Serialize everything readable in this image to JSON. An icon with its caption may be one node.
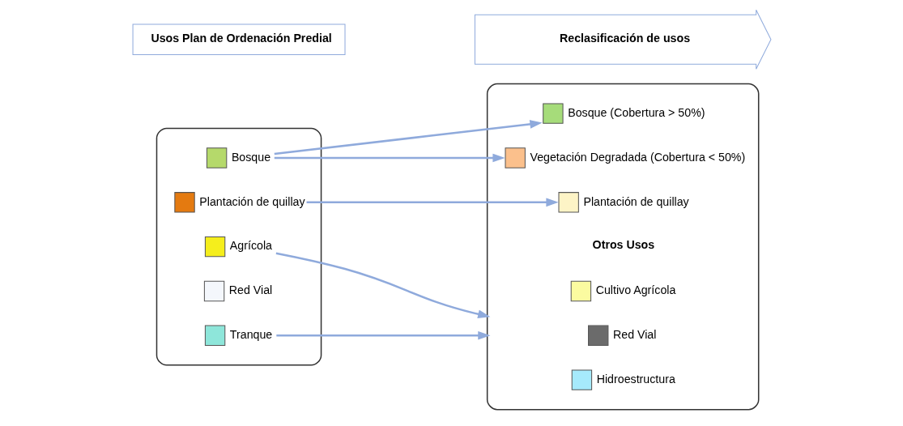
{
  "diagram": {
    "nodes": [
      {
        "text": [
          "Usos Plan de Ordenación Predial"
        ]
      },
      {
        "text": [
          "Reclasificación de usos"
        ]
      },
      {
        "text": [],
        "shape": "box"
      },
      {
        "text": [
          "Bosque"
        ],
        "in": 2
      },
      {
        "text": [
          "Plantación de quillay"
        ],
        "in": 2
      },
      {
        "text": [
          "Agrícola"
        ],
        "in": 2
      },
      {
        "text": [
          "Red Vial"
        ],
        "in": 2
      },
      {
        "text": [
          "Tranque"
        ],
        "in": 2
      },
      {
        "text": [],
        "shape": "box"
      },
      {
        "text": [
          "Bosque (Cobertura > 50%)"
        ],
        "in": 8
      },
      {
        "text": [
          "Vegetación Degradada (Cobertura < 50%)"
        ],
        "in": 8
      },
      {
        "text": [
          "Plantación de quillay"
        ],
        "in": 8
      },
      {
        "text": [
          "Otros Usos"
        ],
        "in": 8
      },
      {
        "text": [
          "Cultivo Agrícola"
        ],
        "in": 8
      },
      {
        "text": [
          "Red Vial"
        ],
        "in": 8
      },
      {
        "text": [
          "Hidroestructura"
        ],
        "in": 8
      }
    ],
    "edges": [
      {
        "from": 3,
        "to": 9,
        "arrow": "to"
      },
      {
        "from": 3,
        "to": 10,
        "arrow": "to"
      },
      {
        "from": 4,
        "to": 11,
        "arrow": "to"
      },
      {
        "from": 5,
        "to": 8,
        "arrow": "to"
      },
      {
        "from": 7,
        "to": 8,
        "arrow": "to"
      }
    ]
  }
}
